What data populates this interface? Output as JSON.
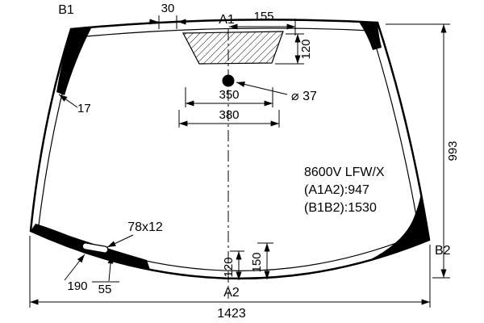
{
  "part_info": {
    "model": "8600V LFW/X",
    "a1a2": "(A1A2):947",
    "b1b2": "(B1B2):1530"
  },
  "labels": {
    "b1": "B1",
    "a1": "A1",
    "a2": "A2",
    "b2": "B2"
  },
  "dims": {
    "top_offset": "30",
    "a1_to_edge": "155",
    "sensor_height": "120",
    "edge_inset": "17",
    "mount_width_inner": "350",
    "mount_width_outer": "380",
    "hole_diameter": "⌀ 37",
    "glass_height": "993",
    "slot_size": "78x12",
    "slot_distance": "190",
    "slot_offset": "55",
    "bottom_inner_height": "120",
    "bottom_outer_height": "150",
    "glass_width": "1423"
  }
}
